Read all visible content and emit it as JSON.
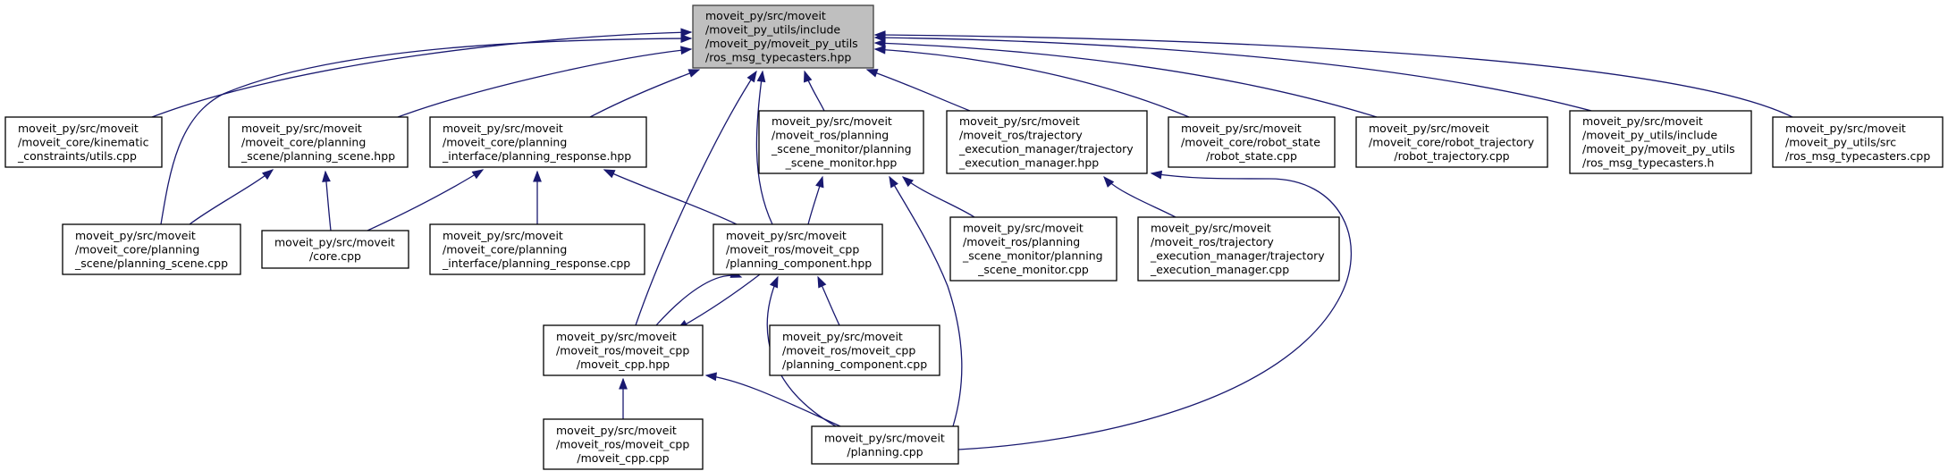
{
  "title": "moveit_py/src/moveit/moveit_py_utils/include/moveit_py/moveit_py_utils/ros_msg_typecasters.hpp",
  "colors": {
    "edge": "#191970",
    "root_fill": "#bfbfbf",
    "node_fill": "#ffffff",
    "node_border": "#000000"
  },
  "nodes": [
    {
      "id": "root",
      "root": true,
      "lines": [
        "moveit_py/src/moveit",
        "/moveit_py_utils/include",
        "/moveit_py/moveit_py_utils",
        "/ros_msg_typecasters.hpp"
      ]
    },
    {
      "id": "kin_utils",
      "lines": [
        "moveit_py/src/moveit",
        "/moveit_core/kinematic",
        "_constraints/utils.cpp"
      ]
    },
    {
      "id": "ps_hpp",
      "lines": [
        "moveit_py/src/moveit",
        "/moveit_core/planning",
        "_scene/planning_scene.hpp"
      ]
    },
    {
      "id": "pr_hpp",
      "lines": [
        "moveit_py/src/moveit",
        "/moveit_core/planning",
        "_interface/planning_response.hpp"
      ]
    },
    {
      "id": "psm_hpp",
      "lines": [
        "moveit_py/src/moveit",
        "/moveit_ros/planning",
        "_scene_monitor/planning",
        "_scene_monitor.hpp"
      ]
    },
    {
      "id": "tem_hpp",
      "lines": [
        "moveit_py/src/moveit",
        "/moveit_ros/trajectory",
        "_execution_manager/trajectory",
        "_execution_manager.hpp"
      ]
    },
    {
      "id": "rs_cpp",
      "lines": [
        "moveit_py/src/moveit",
        "/moveit_core/robot_state",
        "/robot_state.cpp"
      ]
    },
    {
      "id": "rt_cpp",
      "lines": [
        "moveit_py/src/moveit",
        "/moveit_core/robot_trajectory",
        "/robot_trajectory.cpp"
      ]
    },
    {
      "id": "tc_h",
      "lines": [
        "moveit_py/src/moveit",
        "/moveit_py_utils/include",
        "/moveit_py/moveit_py_utils",
        "/ros_msg_typecasters.h"
      ]
    },
    {
      "id": "tc_cpp",
      "lines": [
        "moveit_py/src/moveit",
        "/moveit_py_utils/src",
        "/ros_msg_typecasters.cpp"
      ]
    },
    {
      "id": "ps_cpp",
      "lines": [
        "moveit_py/src/moveit",
        "/moveit_core/planning",
        "_scene/planning_scene.cpp"
      ]
    },
    {
      "id": "core_cpp",
      "lines": [
        "moveit_py/src/moveit",
        "/core.cpp"
      ]
    },
    {
      "id": "pr_cpp",
      "lines": [
        "moveit_py/src/moveit",
        "/moveit_core/planning",
        "_interface/planning_response.cpp"
      ]
    },
    {
      "id": "pc_hpp",
      "lines": [
        "moveit_py/src/moveit",
        "/moveit_ros/moveit_cpp",
        "/planning_component.hpp"
      ]
    },
    {
      "id": "psm_cpp",
      "lines": [
        "moveit_py/src/moveit",
        "/moveit_ros/planning",
        "_scene_monitor/planning",
        "_scene_monitor.cpp"
      ]
    },
    {
      "id": "tem_cpp",
      "lines": [
        "moveit_py/src/moveit",
        "/moveit_ros/trajectory",
        "_execution_manager/trajectory",
        "_execution_manager.cpp"
      ]
    },
    {
      "id": "mc_hpp",
      "lines": [
        "moveit_py/src/moveit",
        "/moveit_ros/moveit_cpp",
        "/moveit_cpp.hpp"
      ]
    },
    {
      "id": "pc_cpp",
      "lines": [
        "moveit_py/src/moveit",
        "/moveit_ros/moveit_cpp",
        "/planning_component.cpp"
      ]
    },
    {
      "id": "mc_cpp",
      "lines": [
        "moveit_py/src/moveit",
        "/moveit_ros/moveit_cpp",
        "/moveit_cpp.cpp"
      ]
    },
    {
      "id": "planning_cpp",
      "lines": [
        "moveit_py/src/moveit",
        "/planning.cpp"
      ]
    }
  ],
  "edges": [
    {
      "from": "kin_utils",
      "to": "root"
    },
    {
      "from": "ps_cpp",
      "to": "root"
    },
    {
      "from": "ps_hpp",
      "to": "root"
    },
    {
      "from": "pr_hpp",
      "to": "root"
    },
    {
      "from": "mc_hpp",
      "to": "root"
    },
    {
      "from": "pc_hpp",
      "to": "root"
    },
    {
      "from": "psm_hpp",
      "to": "root"
    },
    {
      "from": "tem_hpp",
      "to": "root"
    },
    {
      "from": "rs_cpp",
      "to": "root"
    },
    {
      "from": "rt_cpp",
      "to": "root"
    },
    {
      "from": "tc_h",
      "to": "root"
    },
    {
      "from": "tc_cpp",
      "to": "root"
    },
    {
      "from": "ps_cpp",
      "to": "ps_hpp"
    },
    {
      "from": "core_cpp",
      "to": "ps_hpp"
    },
    {
      "from": "core_cpp",
      "to": "pr_hpp"
    },
    {
      "from": "pr_cpp",
      "to": "pr_hpp"
    },
    {
      "from": "pc_hpp",
      "to": "pr_hpp"
    },
    {
      "from": "pc_hpp",
      "to": "psm_hpp"
    },
    {
      "from": "psm_cpp",
      "to": "psm_hpp"
    },
    {
      "from": "planning_cpp",
      "to": "psm_hpp"
    },
    {
      "from": "tem_cpp",
      "to": "tem_hpp"
    },
    {
      "from": "planning_cpp",
      "to": "tem_hpp"
    },
    {
      "from": "mc_hpp",
      "to": "pc_hpp"
    },
    {
      "from": "pc_hpp",
      "to": "mc_hpp"
    },
    {
      "from": "pc_cpp",
      "to": "pc_hpp"
    },
    {
      "from": "planning_cpp",
      "to": "pc_hpp"
    },
    {
      "from": "mc_cpp",
      "to": "mc_hpp"
    },
    {
      "from": "planning_cpp",
      "to": "mc_hpp"
    }
  ]
}
